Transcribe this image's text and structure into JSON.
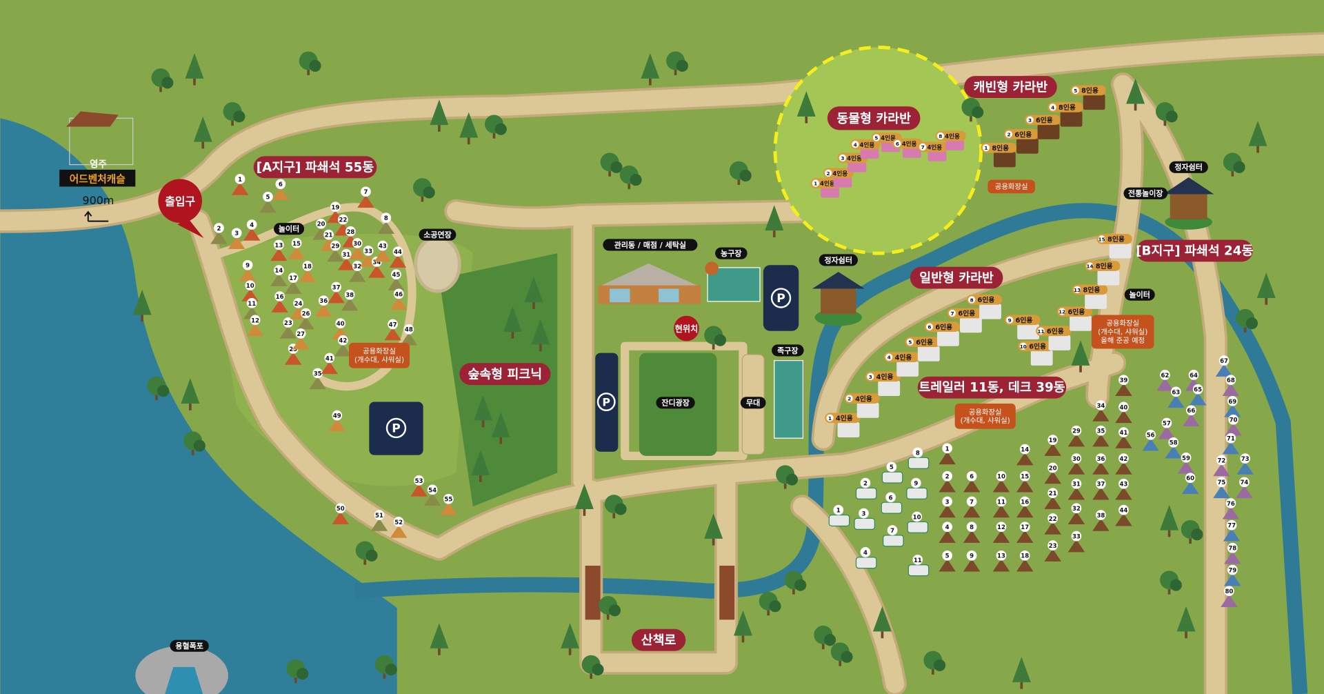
{
  "logo": {
    "line1": "영주",
    "line2": "어드벤처캐슬",
    "distance": "900m"
  },
  "entrance": "출입구",
  "labels": {
    "zone_a": "[A지구] 파쇄석 55동",
    "zone_b": "[B지구] 파쇄석 24동",
    "animal_caravan": "동물형 카라반",
    "cabin_caravan": "캐빈형 카라반",
    "general_caravan": "일반형 카라반",
    "trailer_deck": "트레일러 11동, 데크 39동",
    "forest_picnic": "숲속형 피크닉",
    "walking_trail": "산책로",
    "playground_a": "놀이터",
    "playground_b": "놀이터",
    "small_stage": "소공연장",
    "office": "관리동 / 매점 / 세탁실",
    "basketball": "농구장",
    "pavilion_center": "정자쉼터",
    "pavilion_right": "정자쉼터",
    "traditional_play": "전통놀이장",
    "footvolley": "족구장",
    "stage": "무대",
    "lawn_plaza": "잔디광장",
    "current_location": "현위치",
    "waterfall": "용혈폭포",
    "parking": "P",
    "restroom_cabin": "공용화장실",
    "restroom_a": {
      "line1": "공용화장실",
      "line2": "(개수대, 샤워실)"
    },
    "restroom_trailer": {
      "line1": "공용화장실",
      "line2": "(개수대, 샤워실)"
    },
    "restroom_b": {
      "line1": "공용화장실",
      "line2": "(개수대, 샤워실)",
      "line3": "올해 준공 예정"
    }
  },
  "zone_a_tents": [
    "1",
    "2",
    "3",
    "4",
    "5",
    "6",
    "7",
    "8",
    "9",
    "10",
    "11",
    "12",
    "13",
    "14",
    "15",
    "16",
    "17",
    "18",
    "19",
    "20",
    "21",
    "22",
    "23",
    "24",
    "25",
    "26",
    "27",
    "28",
    "29",
    "30",
    "31",
    "32",
    "33",
    "34",
    "35",
    "36",
    "37",
    "38",
    "40",
    "41",
    "42",
    "43",
    "44",
    "45",
    "46",
    "47",
    "48",
    "49",
    "50",
    "51",
    "52",
    "53",
    "54",
    "55"
  ],
  "zone_b_tents": [
    "56",
    "57",
    "58",
    "59",
    "60",
    "62",
    "63",
    "64",
    "65",
    "66",
    "67",
    "68",
    "69",
    "70",
    "71",
    "72",
    "73",
    "74",
    "75",
    "76",
    "77",
    "78",
    "79",
    "80"
  ],
  "decks": [
    "1",
    "2",
    "3",
    "4",
    "5",
    "6",
    "7",
    "8",
    "9",
    "10",
    "11",
    "12",
    "13",
    "14",
    "15",
    "16",
    "17",
    "18",
    "19",
    "20",
    "21",
    "22",
    "23",
    "29",
    "30",
    "31",
    "32",
    "33",
    "34",
    "35",
    "36",
    "37",
    "38",
    "39",
    "40",
    "41",
    "42",
    "43",
    "44"
  ],
  "trailers": [
    "1",
    "2",
    "3",
    "4",
    "5",
    "6",
    "7",
    "8",
    "9",
    "10",
    "11"
  ],
  "animal_caravans": [
    {
      "n": "1",
      "cap": "4인용"
    },
    {
      "n": "2",
      "cap": "4인용"
    },
    {
      "n": "3",
      "cap": "4인용"
    },
    {
      "n": "4",
      "cap": "4인용"
    },
    {
      "n": "5",
      "cap": "4인용"
    },
    {
      "n": "6",
      "cap": "4인용"
    },
    {
      "n": "7",
      "cap": "4인용"
    },
    {
      "n": "8",
      "cap": "4인용"
    }
  ],
  "cabin_caravans": [
    {
      "n": "1",
      "cap": "8인용"
    },
    {
      "n": "2",
      "cap": "6인용"
    },
    {
      "n": "3",
      "cap": "6인용"
    },
    {
      "n": "4",
      "cap": "8인용"
    },
    {
      "n": "5",
      "cap": "8인용"
    }
  ],
  "general_caravans": [
    {
      "n": "1",
      "cap": "4인용"
    },
    {
      "n": "2",
      "cap": "4인용"
    },
    {
      "n": "3",
      "cap": "4인용"
    },
    {
      "n": "4",
      "cap": "4인용"
    },
    {
      "n": "5",
      "cap": "6인용"
    },
    {
      "n": "6",
      "cap": "6인용"
    },
    {
      "n": "7",
      "cap": "6인용"
    },
    {
      "n": "8",
      "cap": "6인용"
    },
    {
      "n": "9",
      "cap": "6인용"
    },
    {
      "n": "10",
      "cap": "6인용"
    },
    {
      "n": "11",
      "cap": "6인용"
    },
    {
      "n": "12",
      "cap": "6인용"
    },
    {
      "n": "13",
      "cap": "8인용"
    },
    {
      "n": "14",
      "cap": "8인용"
    },
    {
      "n": "15",
      "cap": "8인용"
    }
  ],
  "colors": {
    "grass": "#86a84a",
    "road": "#d8c393",
    "water": "#2f7a96",
    "maroon": "#9b2335",
    "highlight": "#f5ee1c"
  }
}
